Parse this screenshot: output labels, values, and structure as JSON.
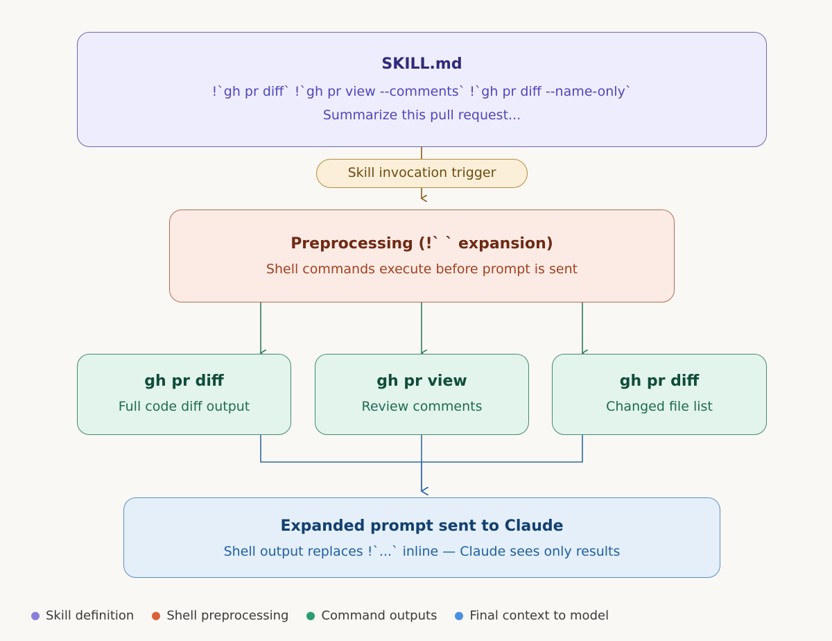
{
  "skill": {
    "title": "SKILL.md",
    "line1": "!`gh pr diff` !`gh pr view --comments` !`gh pr diff --name-only`",
    "line2": "Summarize this pull request..."
  },
  "trigger": {
    "label": "Skill invocation trigger"
  },
  "preprocess": {
    "title": "Preprocessing (!` ` expansion)",
    "subtitle": "Shell commands execute before prompt is sent"
  },
  "commands": [
    {
      "title": "gh pr diff",
      "subtitle": "Full code diff output"
    },
    {
      "title": "gh pr view",
      "subtitle": "Review comments"
    },
    {
      "title": "gh pr diff",
      "subtitle": "Changed file list"
    }
  ],
  "final": {
    "title": "Expanded prompt sent to Claude",
    "subtitle": "Shell output replaces !`...` inline — Claude sees only results"
  },
  "legend": [
    {
      "label": "Skill definition",
      "color": "#8b80d9"
    },
    {
      "label": "Shell preprocessing",
      "color": "#d9603a"
    },
    {
      "label": "Command outputs",
      "color": "#2a9d74"
    },
    {
      "label": "Final context to model",
      "color": "#4a90e2"
    }
  ],
  "colors": {
    "connector_brown": "#8a5a12",
    "connector_green": "#2e7a5f",
    "connector_blue": "#2d68a8"
  }
}
